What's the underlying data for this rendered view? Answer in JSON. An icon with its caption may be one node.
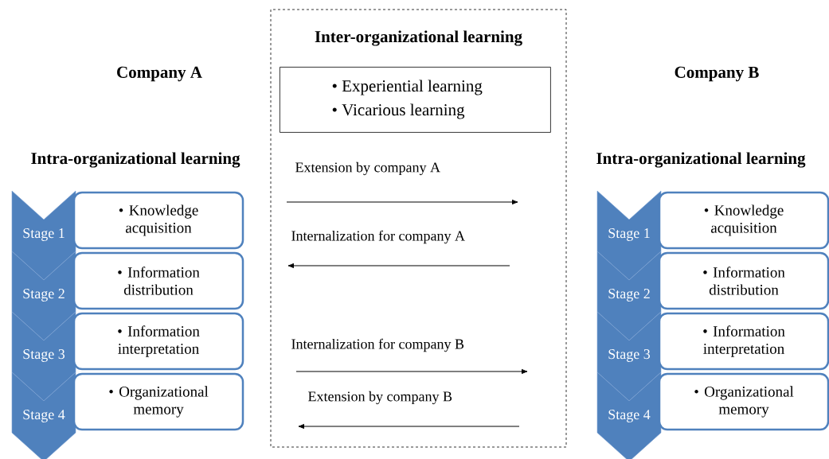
{
  "diagram": {
    "nodes": [
      {
        "text": [
          "Stage 1"
        ]
      },
      {
        "text": [
          "• Knowledge acquisition"
        ]
      },
      {
        "text": [
          "Stage 2"
        ]
      },
      {
        "text": [
          "• Information distribution"
        ]
      },
      {
        "text": [
          "Stage 3"
        ]
      },
      {
        "text": [
          "• Information interpretation"
        ]
      },
      {
        "text": [
          "Stage 4"
        ]
      },
      {
        "text": [
          "• Organizational memory"
        ]
      },
      {
        "text": [
          "Inter-organizational learning"
        ]
      },
      {
        "text": [
          "• Experiential learning",
          "• Vicarious learning"
        ],
        "in": 8
      },
      {
        "text": [
          "Stage 1"
        ]
      },
      {
        "text": [
          "• Knowledge acquisition"
        ]
      },
      {
        "text": [
          "Stage 2"
        ]
      },
      {
        "text": [
          "• Information distribution"
        ]
      },
      {
        "text": [
          "Stage 3"
        ]
      },
      {
        "text": [
          "• Information interpretation"
        ]
      },
      {
        "text": [
          "Stage 4"
        ]
      },
      {
        "text": [
          "• Organizational memory"
        ]
      }
    ],
    "labels": [
      "Company A",
      "Intra-organizational learning",
      "Company B",
      "Intra-organizational learning",
      "Extension by company A",
      "Internalization for company A",
      "Internalization for company B",
      "Extension by company B"
    ]
  }
}
